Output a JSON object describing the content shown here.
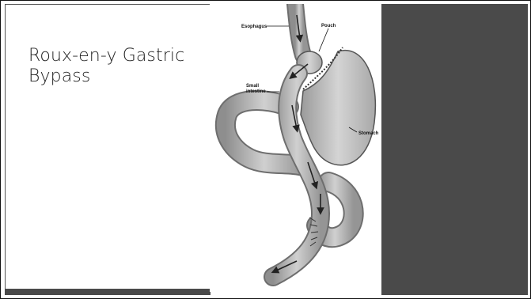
{
  "slide": {
    "title": "Roux-en-y Gastric Bypass"
  },
  "figure": {
    "labels": {
      "esophagus": "Esophagus",
      "pouch": "Pouch",
      "small_intestine_line1": "Small",
      "small_intestine_line2": "intestine",
      "stomach": "Stomach"
    }
  },
  "colors": {
    "dark_panel": "#4a4a4a",
    "background": "#ffffff",
    "organ_fill": "#b9b9b9",
    "organ_stroke": "#555555",
    "arrow": "#222222"
  }
}
